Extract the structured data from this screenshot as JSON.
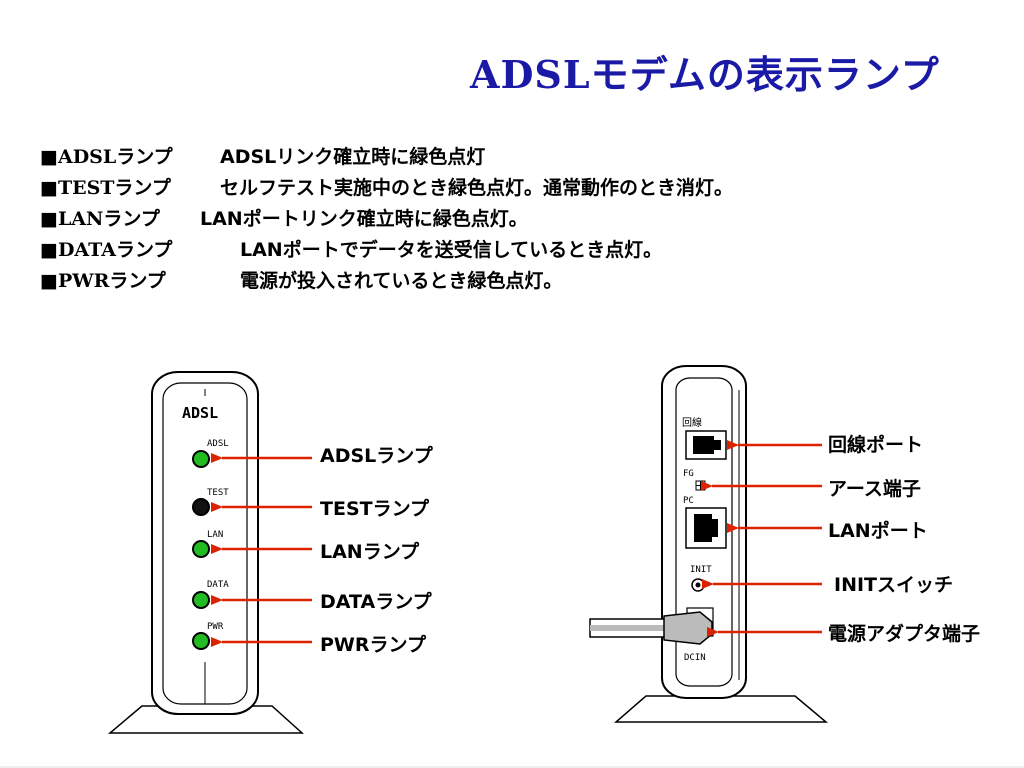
{
  "title": "ADSLモデムの表示ランプ",
  "list": [
    {
      "name": "■ADSLランプ",
      "desc": "ADSLリンク確立時に緑色点灯"
    },
    {
      "name": "■TESTランプ",
      "desc": "セルフテスト実施中のとき緑色点灯。通常動作のとき消灯。"
    },
    {
      "name": "■LANランプ",
      "desc": "LANポートリンク確立時に緑色点灯。"
    },
    {
      "name": "■DATAランプ",
      "desc": "LANポートでデータを送受信しているとき点灯。"
    },
    {
      "name": "■PWRランプ",
      "desc": "電源が投入されているとき緑色点灯。"
    }
  ],
  "front": {
    "device_label": "ADSL",
    "lamp_labels": [
      "ADSL",
      "TEST",
      "LAN",
      "DATA",
      "PWR"
    ],
    "callouts": [
      "ADSLランプ",
      "TESTランプ",
      "LANランプ",
      "DATAランプ",
      "PWRランプ"
    ]
  },
  "back": {
    "port_labels": [
      "回線",
      "FG",
      "PC",
      "INIT",
      "DCIN"
    ],
    "callouts": [
      "回線ポート",
      "アース端子",
      "LANポート",
      "INITスイッチ",
      "電源アダプタ端子"
    ]
  },
  "colors": {
    "title": "#1a1aa6",
    "arrow": "#dd2200",
    "lamp_on": "#22bb22",
    "lamp_off": "#111111"
  }
}
